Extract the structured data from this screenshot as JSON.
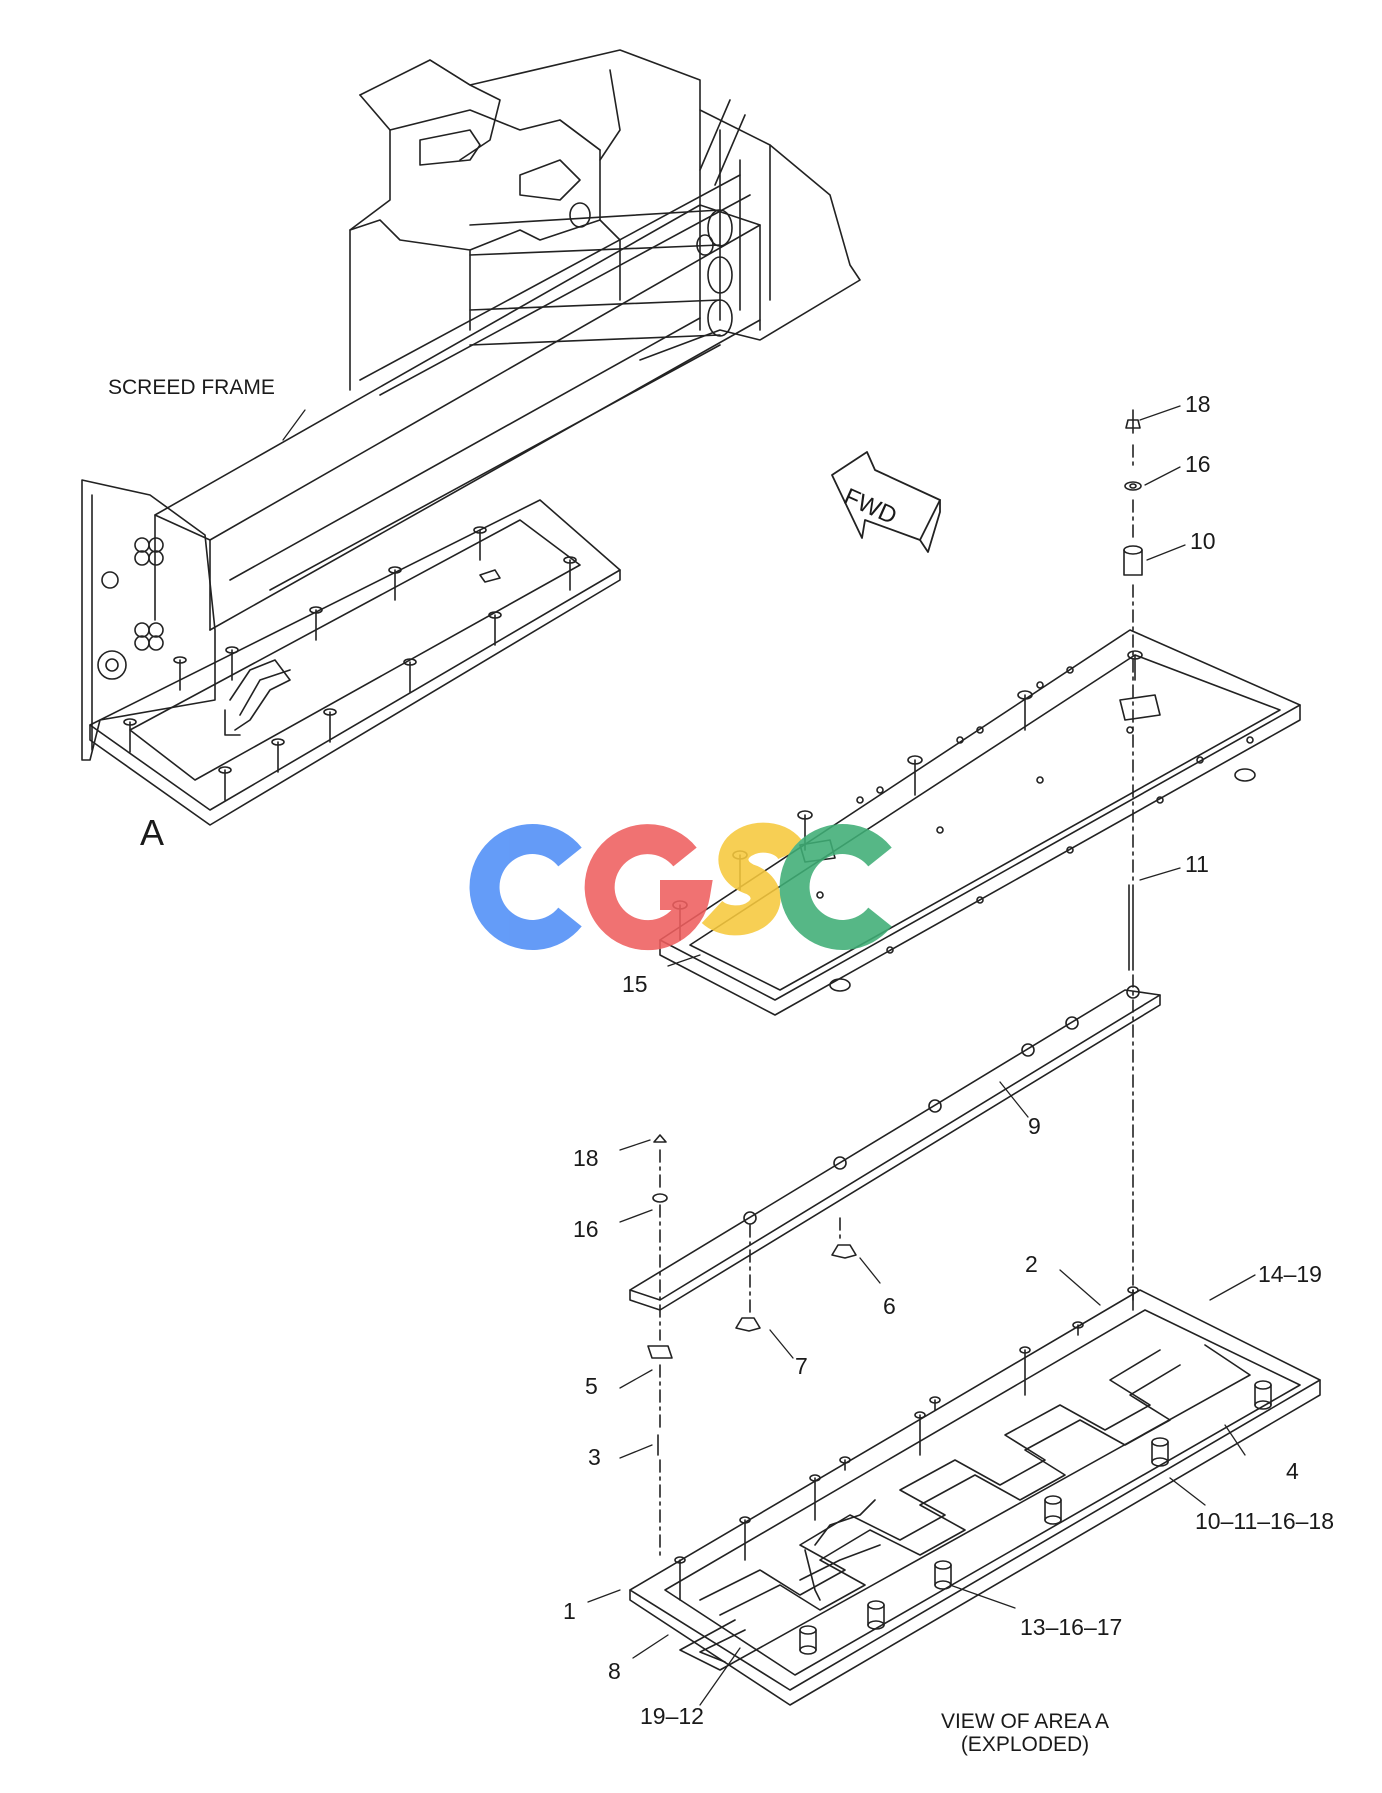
{
  "labels": {
    "screed_frame": "SCREED FRAME",
    "view_marker": "A",
    "fwd": "FWD",
    "view_line1": "VIEW OF AREA A",
    "view_line2": "(EXPLODED)"
  },
  "watermark": {
    "text": "CGSC",
    "colors": [
      "#4f8ef7",
      "#ef5f5f",
      "#f7c93d",
      "#3fae76"
    ]
  },
  "callouts": {
    "c18_top": "18",
    "c16_top": "16",
    "c10": "10",
    "c11": "11",
    "c15": "15",
    "c9": "9",
    "c18_left": "18",
    "c16_left": "16",
    "c2": "2",
    "c14_19": "14–19",
    "c6": "6",
    "c7": "7",
    "c5": "5",
    "c3": "3",
    "c4": "4",
    "c10_11_16_18": "10–11–16–18",
    "c1": "1",
    "c8": "8",
    "c13_16_17": "13–16–17",
    "c19_12": "19–12"
  },
  "icons": [
    "fwd-arrow-icon"
  ]
}
